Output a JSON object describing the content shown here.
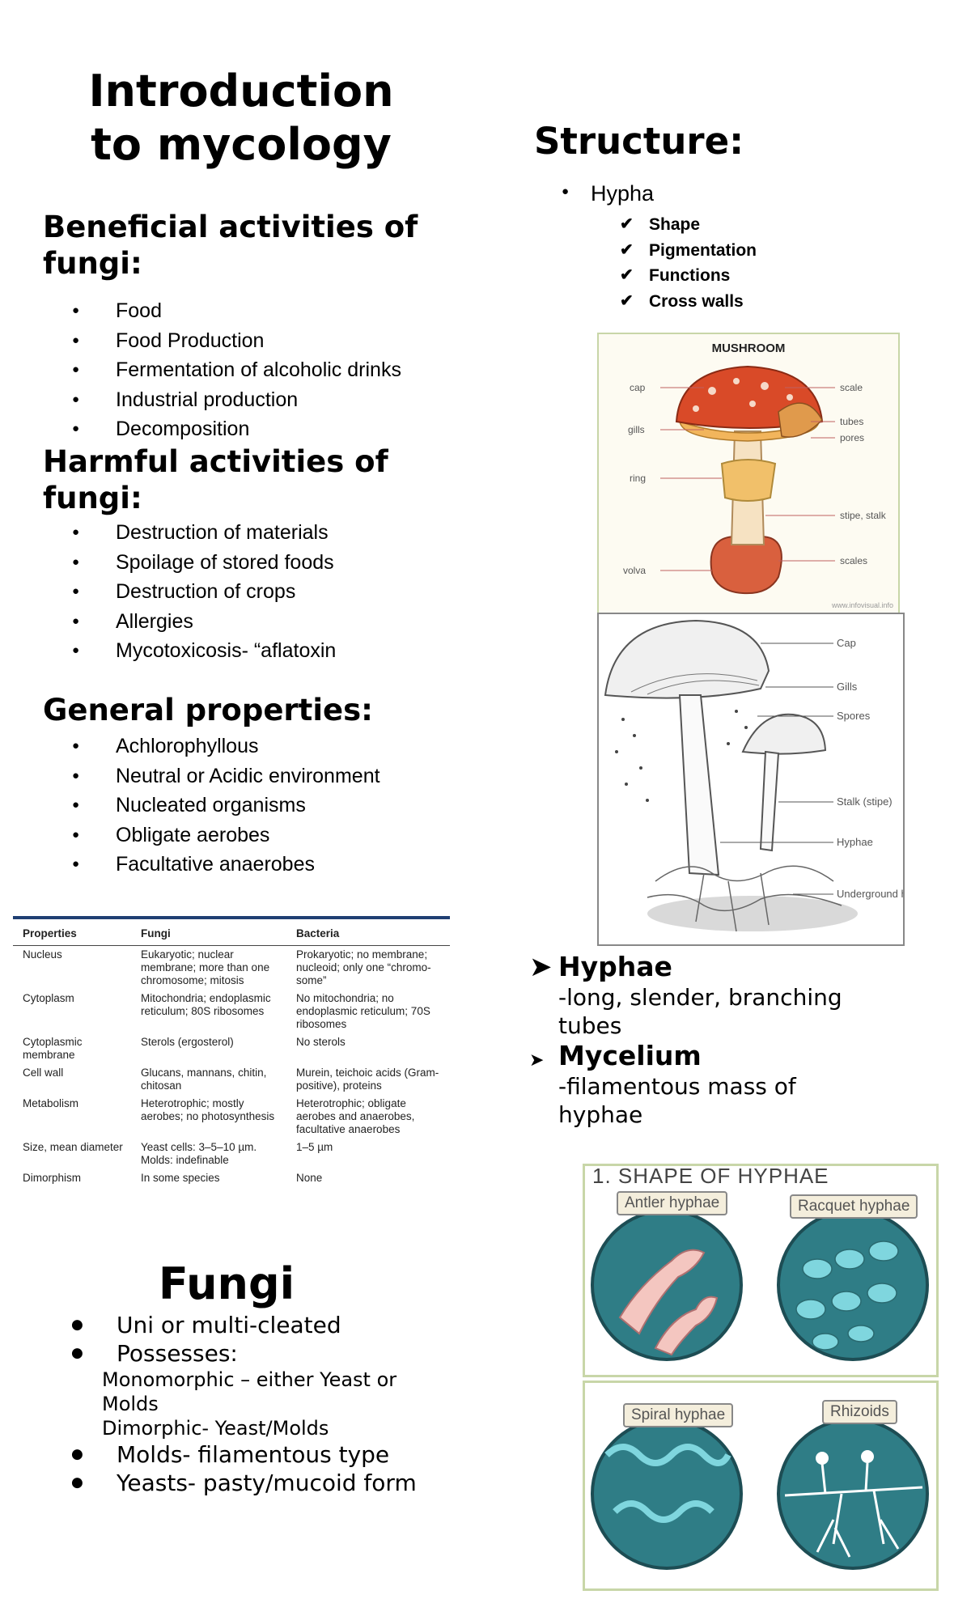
{
  "title": "Introduction to mycology",
  "beneficial": {
    "heading": "Beneficial activities of fungi:",
    "items": [
      "Food",
      "Food Production",
      "Fermentation of alcoholic drinks",
      "Industrial production",
      "Decomposition"
    ]
  },
  "harmful": {
    "heading": "Harmful activities of fungi:",
    "items": [
      "Destruction of materials",
      "Spoilage of stored foods",
      "Destruction of crops",
      "Allergies",
      "Mycotoxicosis- “aflatoxin"
    ]
  },
  "general": {
    "heading": "General properties:",
    "items": [
      "Achlorophyllous",
      "Neutral or Acidic environment",
      "Nucleated organisms",
      "Obligate aerobes",
      "Facultative anaerobes"
    ]
  },
  "comparison_table": {
    "headers": [
      "Properties",
      "Fungi",
      "Bacteria"
    ],
    "rows": [
      [
        "Nucleus",
        "Eukaryotic; nuclear membrane; more than one chromosome; mitosis",
        "Prokaryotic; no membrane; nucleoid; only one “chromo-some”"
      ],
      [
        "Cytoplasm",
        "Mitochondria; endoplasmic reticulum; 80S ribosomes",
        "No mitochondria; no endoplasmic reticulum; 70S ribosomes"
      ],
      [
        "Cytoplasmic membrane",
        "Sterols (ergosterol)",
        "No sterols"
      ],
      [
        "Cell wall",
        "Glucans, mannans, chitin, chitosan",
        "Murein, teichoic acids (Gram-positive), proteins"
      ],
      [
        "Metabolism",
        "Heterotrophic; mostly aerobes; no photosynthesis",
        "Heterotrophic; obligate aerobes and anaerobes, facultative anaerobes"
      ],
      [
        "Size, mean diameter",
        "Yeast cells: 3–5–10 µm. Molds: indefinable",
        "1–5 µm"
      ],
      [
        "Dimorphism",
        "In some species",
        "None"
      ]
    ]
  },
  "fungi": {
    "heading": "Fungi",
    "item1": "Uni or multi-cleated",
    "item2": "Possesses:",
    "sub1": "Monomorphic – either Yeast or Molds",
    "sub2": "Dimorphic- Yeast/Molds",
    "item3": "Molds- filamentous type",
    "item4": "Yeasts- pasty/mucoid form"
  },
  "structure": {
    "heading": "Structure:",
    "hypha": "Hypha",
    "checks": [
      "Shape",
      "Pigmentation",
      "Functions",
      "Cross walls"
    ]
  },
  "mushroom_figure": {
    "title": "MUSHROOM",
    "labels_left": [
      "cap",
      "gills",
      "ring",
      "volva"
    ],
    "labels_right": [
      "scale",
      "tubes",
      "pores",
      "stipe, stalk",
      "scales"
    ],
    "credit": "www.infovisual.info"
  },
  "mushroom_sketch": {
    "labels": [
      "Cap",
      "Gills",
      "Spores",
      "Stalk (stipe)",
      "Hyphae",
      "Underground hyphae"
    ]
  },
  "hyphae_section": {
    "hyphae_heading": "Hyphae",
    "hyphae_desc": "-long, slender, branching tubes",
    "mycelium_heading": "Mycelium",
    "mycelium_desc": "-filamentous mass of hyphae"
  },
  "hyphae_figure": {
    "title": "1. SHAPE OF HYPHAE",
    "labels": [
      "Antler hyphae",
      "Racquet hyphae",
      "Spiral hyphae",
      "Rhizoids"
    ],
    "colors": {
      "circle": "#2f7d86",
      "hypha_pink": "#f4c6c0",
      "hypha_light": "#7fd6de"
    }
  }
}
